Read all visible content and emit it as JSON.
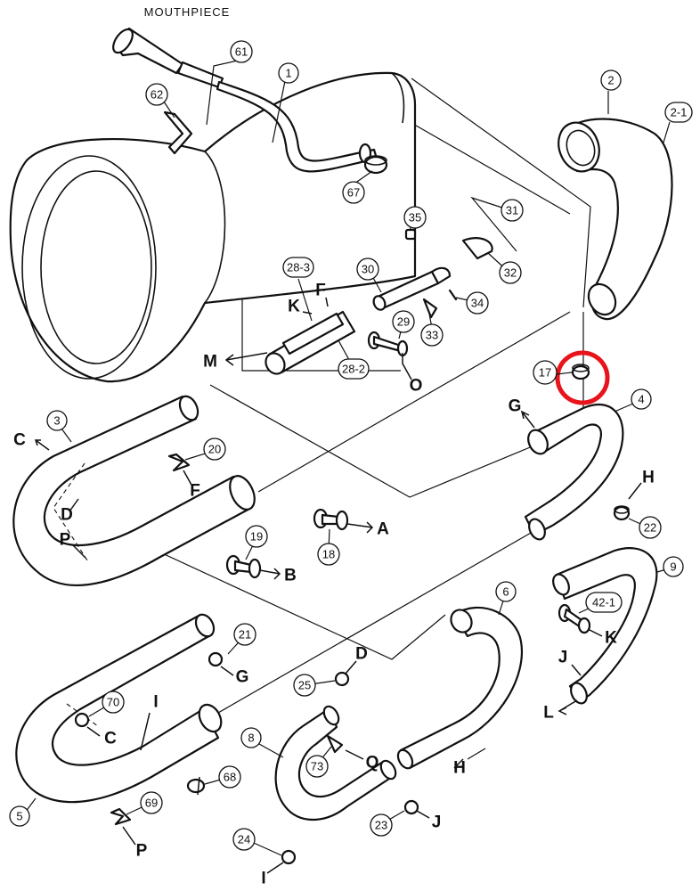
{
  "caption": "MOUTHPIECE",
  "callouts": {
    "c1": "1",
    "c2": "2",
    "c2_1": "2-1",
    "c3": "3",
    "c4": "4",
    "c5": "5",
    "c6": "6",
    "c8": "8",
    "c9": "9",
    "c17": "17",
    "c18": "18",
    "c19": "19",
    "c20": "20",
    "c21": "21",
    "c22": "22",
    "c23": "23",
    "c24": "24",
    "c25": "25",
    "c28_2": "28-2",
    "c28_3": "28-3",
    "c29": "29",
    "c30": "30",
    "c31": "31",
    "c32": "32",
    "c33": "33",
    "c34": "34",
    "c35": "35",
    "c42_1": "42-1",
    "c61": "61",
    "c62": "62",
    "c67": "67",
    "c68": "68",
    "c69": "69",
    "c70": "70",
    "c73": "73"
  },
  "letters": {
    "M": "M",
    "K_top": "K",
    "F_top": "F",
    "O": "O",
    "G_top": "G",
    "H_right": "H",
    "C_left": "C",
    "D_left": "D",
    "P_left": "P",
    "F_mid": "F",
    "A": "A",
    "B": "B",
    "G_low": "G",
    "I_mid": "I",
    "C_low": "C",
    "D_low": "D",
    "Q": "Q",
    "H_low": "H",
    "K_low": "K",
    "J_right": "J",
    "L": "L",
    "J_low": "J",
    "P_low": "P",
    "I_low": "I"
  },
  "highlight": {
    "target": "17",
    "color": "#e8141b"
  }
}
